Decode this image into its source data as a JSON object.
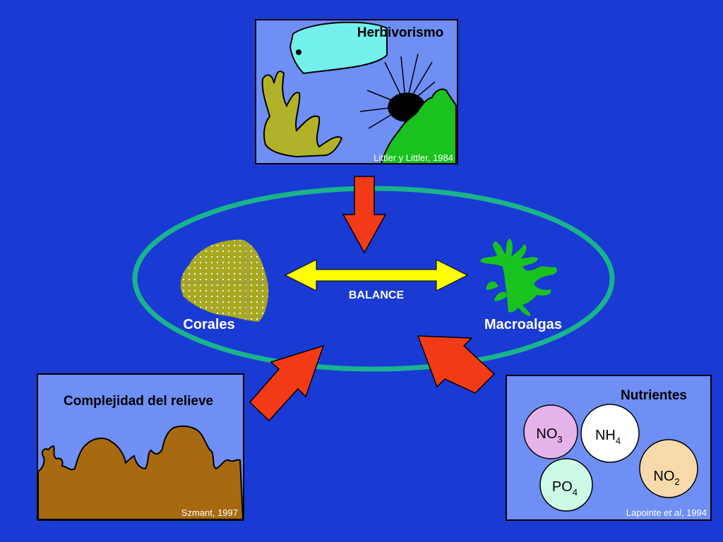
{
  "herbivory": {
    "title": "Herbivorismo",
    "credit": "Littler y Littler, 1984"
  },
  "center": {
    "corals_label": "Corales",
    "macroalgae_label": "Macroalgas",
    "balance_label": "BALANCE"
  },
  "relief": {
    "title": "Complejidad del relieve",
    "credit": "Szmant, 1997"
  },
  "nutrients": {
    "title": "Nutrientes",
    "credit_pre": "Lapointe ",
    "credit_italic": "et al",
    "credit_post": ", 1994",
    "items": [
      {
        "base": "NO",
        "sub": "3"
      },
      {
        "base": "NH",
        "sub": "4"
      },
      {
        "base": "NO",
        "sub": "2"
      },
      {
        "base": "PO",
        "sub": "4"
      }
    ]
  },
  "colors": {
    "background": "#1a3ad4",
    "panel": "#6f8ff5",
    "ellipse": "#19b38c",
    "arrow_red": "#f23a16",
    "arrow_yellow": "#ffff00",
    "coral": "#a8a822",
    "algae": "#19c21e",
    "sediment": "#a86a10"
  }
}
